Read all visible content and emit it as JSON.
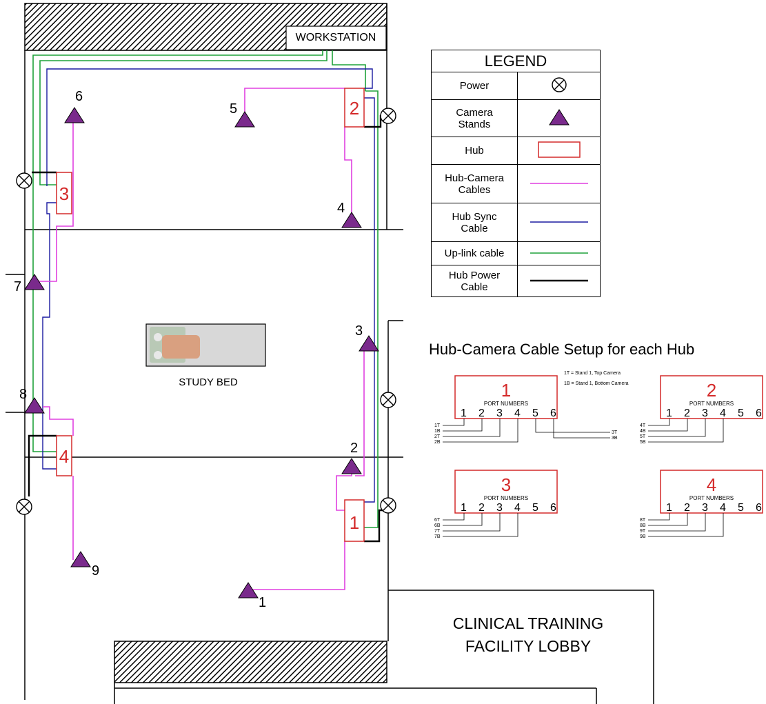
{
  "workstation_label": "WORKSTATION",
  "study_bed_label": "STUDY BED",
  "lobby_label_line1": "CLINICAL TRAINING",
  "lobby_label_line2": "FACILITY LOBBY",
  "legend": {
    "title": "LEGEND",
    "rows": [
      {
        "label": "Power",
        "symbol": "power-symbol"
      },
      {
        "label": "Camera\nStands",
        "symbol": "triangle",
        "color": "#7a2a8c"
      },
      {
        "label": "Hub",
        "symbol": "rectangle",
        "color": "#d42a2a"
      },
      {
        "label": "Hub-Camera\nCables",
        "symbol": "line",
        "color": "#e040e0"
      },
      {
        "label": "Hub Sync\nCable",
        "symbol": "line",
        "color": "#1a1aa0"
      },
      {
        "label": "Up-link cable",
        "symbol": "line",
        "color": "#1fa23a"
      },
      {
        "label": "Hub Power\nCable",
        "symbol": "line",
        "color": "#000000"
      }
    ]
  },
  "camera_stands": [
    "1",
    "2",
    "3",
    "4",
    "5",
    "6",
    "7",
    "8",
    "9"
  ],
  "hubs_on_floor": [
    "1",
    "2",
    "3",
    "4"
  ],
  "setup": {
    "title": "Hub-Camera Cable Setup for each Hub",
    "note_line1": "1T = Stand 1, Top Camera",
    "note_line2": "1B = Stand 1, Bottom Camera",
    "port_numbers_label": "PORT NUMBERS",
    "ports": [
      "1",
      "2",
      "3",
      "4",
      "5",
      "6"
    ],
    "hubs": [
      {
        "number": "1",
        "left_cables": [
          "1T",
          "1B",
          "2T",
          "2B"
        ],
        "right_cables": [
          "3T",
          "3B"
        ]
      },
      {
        "number": "2",
        "left_cables": [
          "4T",
          "4B",
          "5T",
          "5B"
        ],
        "right_cables": []
      },
      {
        "number": "3",
        "left_cables": [
          "6T",
          "6B",
          "7T",
          "7B"
        ],
        "right_cables": []
      },
      {
        "number": "4",
        "left_cables": [
          "8T",
          "8B",
          "9T",
          "9B"
        ],
        "right_cables": []
      }
    ]
  },
  "colors": {
    "camera_cable": "#e040e0",
    "sync_cable": "#1a1aa0",
    "uplink_cable": "#1fa23a",
    "power_cable": "#000000",
    "hub": "#d42a2a",
    "stand": "#7a2a8c"
  }
}
